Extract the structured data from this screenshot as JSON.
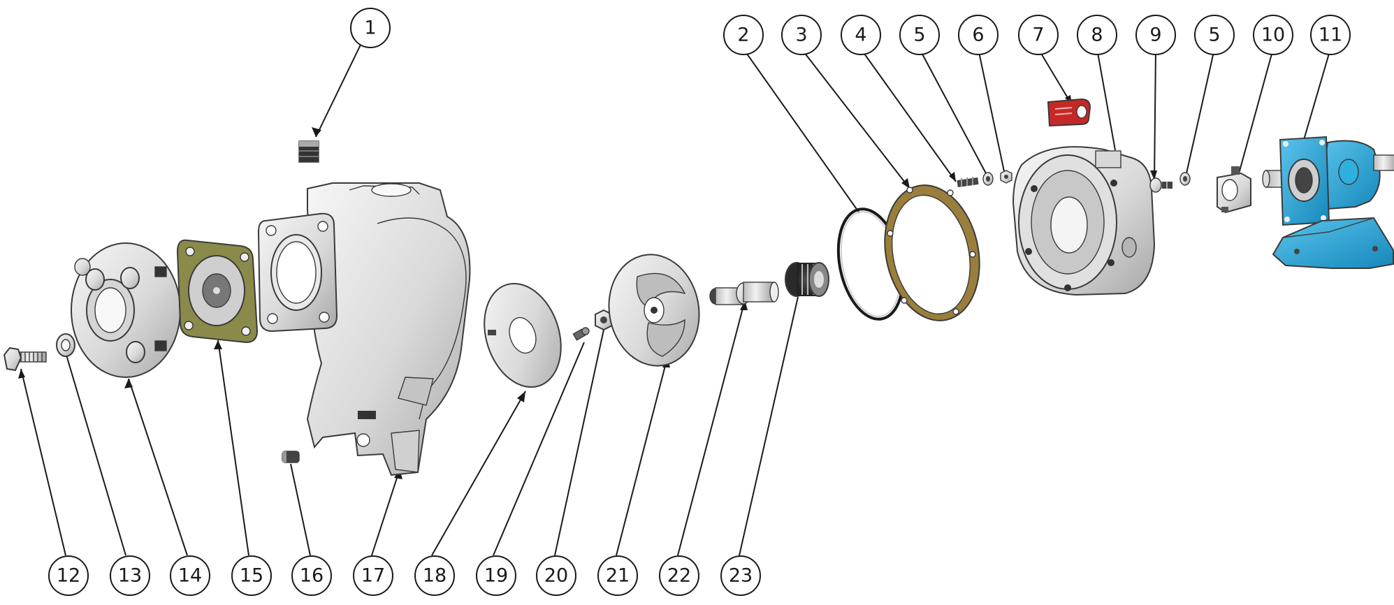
{
  "colors": {
    "metal_light": "#eeeeee",
    "metal_mid": "#c9c9c9",
    "metal_dark": "#8c8c8c",
    "gasket_olive": "#8a8a4a",
    "gasket_brown": "#9a7e3c",
    "label_red": "#c62828",
    "frame_blue": "#1ea3d6",
    "outline": "#1a1a1a"
  },
  "balloons": [
    {
      "id": "b1",
      "label": "1"
    },
    {
      "id": "b2",
      "label": "2"
    },
    {
      "id": "b3",
      "label": "3"
    },
    {
      "id": "b4",
      "label": "4"
    },
    {
      "id": "b5a",
      "label": "5"
    },
    {
      "id": "b6",
      "label": "6"
    },
    {
      "id": "b7",
      "label": "7"
    },
    {
      "id": "b8",
      "label": "8"
    },
    {
      "id": "b9",
      "label": "9"
    },
    {
      "id": "b5b",
      "label": "5"
    },
    {
      "id": "b10",
      "label": "10"
    },
    {
      "id": "b11",
      "label": "11"
    },
    {
      "id": "b12",
      "label": "12"
    },
    {
      "id": "b13",
      "label": "13"
    },
    {
      "id": "b14",
      "label": "14"
    },
    {
      "id": "b15",
      "label": "15"
    },
    {
      "id": "b16",
      "label": "16"
    },
    {
      "id": "b17",
      "label": "17"
    },
    {
      "id": "b18",
      "label": "18"
    },
    {
      "id": "b19",
      "label": "19"
    },
    {
      "id": "b20",
      "label": "20"
    },
    {
      "id": "b21",
      "label": "21"
    },
    {
      "id": "b22",
      "label": "22"
    },
    {
      "id": "b23",
      "label": "23"
    }
  ]
}
